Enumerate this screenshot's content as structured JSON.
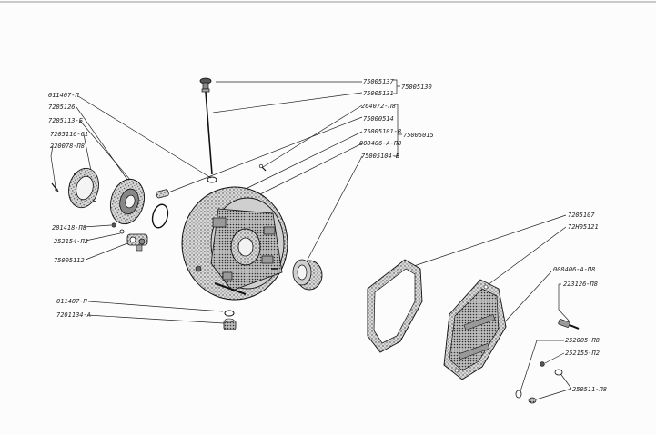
{
  "labels": {
    "l01": "011407-П",
    "l02": "7205126",
    "l03": "7205113-Б",
    "l04": "7205116-61",
    "l05": "220078-П8",
    "l06": "201418-П8",
    "l07": "252154-П2",
    "l08": "75005112",
    "l09": "011407-П",
    "l10": "7201134-А",
    "l11": "75005137",
    "l12": "75005131",
    "l13": "75005130",
    "l14": "264072-П8",
    "l15": "75000514",
    "l16": "75005015",
    "l17": "75005101-В",
    "l18": "008406-А-П8",
    "l19": "75005104-В",
    "l20": "7205107",
    "l21": "72Н05121",
    "l22": "008406-А-П8",
    "l23": "223126-П8",
    "l24": "252005-П8",
    "l25": "252155-П2",
    "l26": "250511-П8"
  }
}
